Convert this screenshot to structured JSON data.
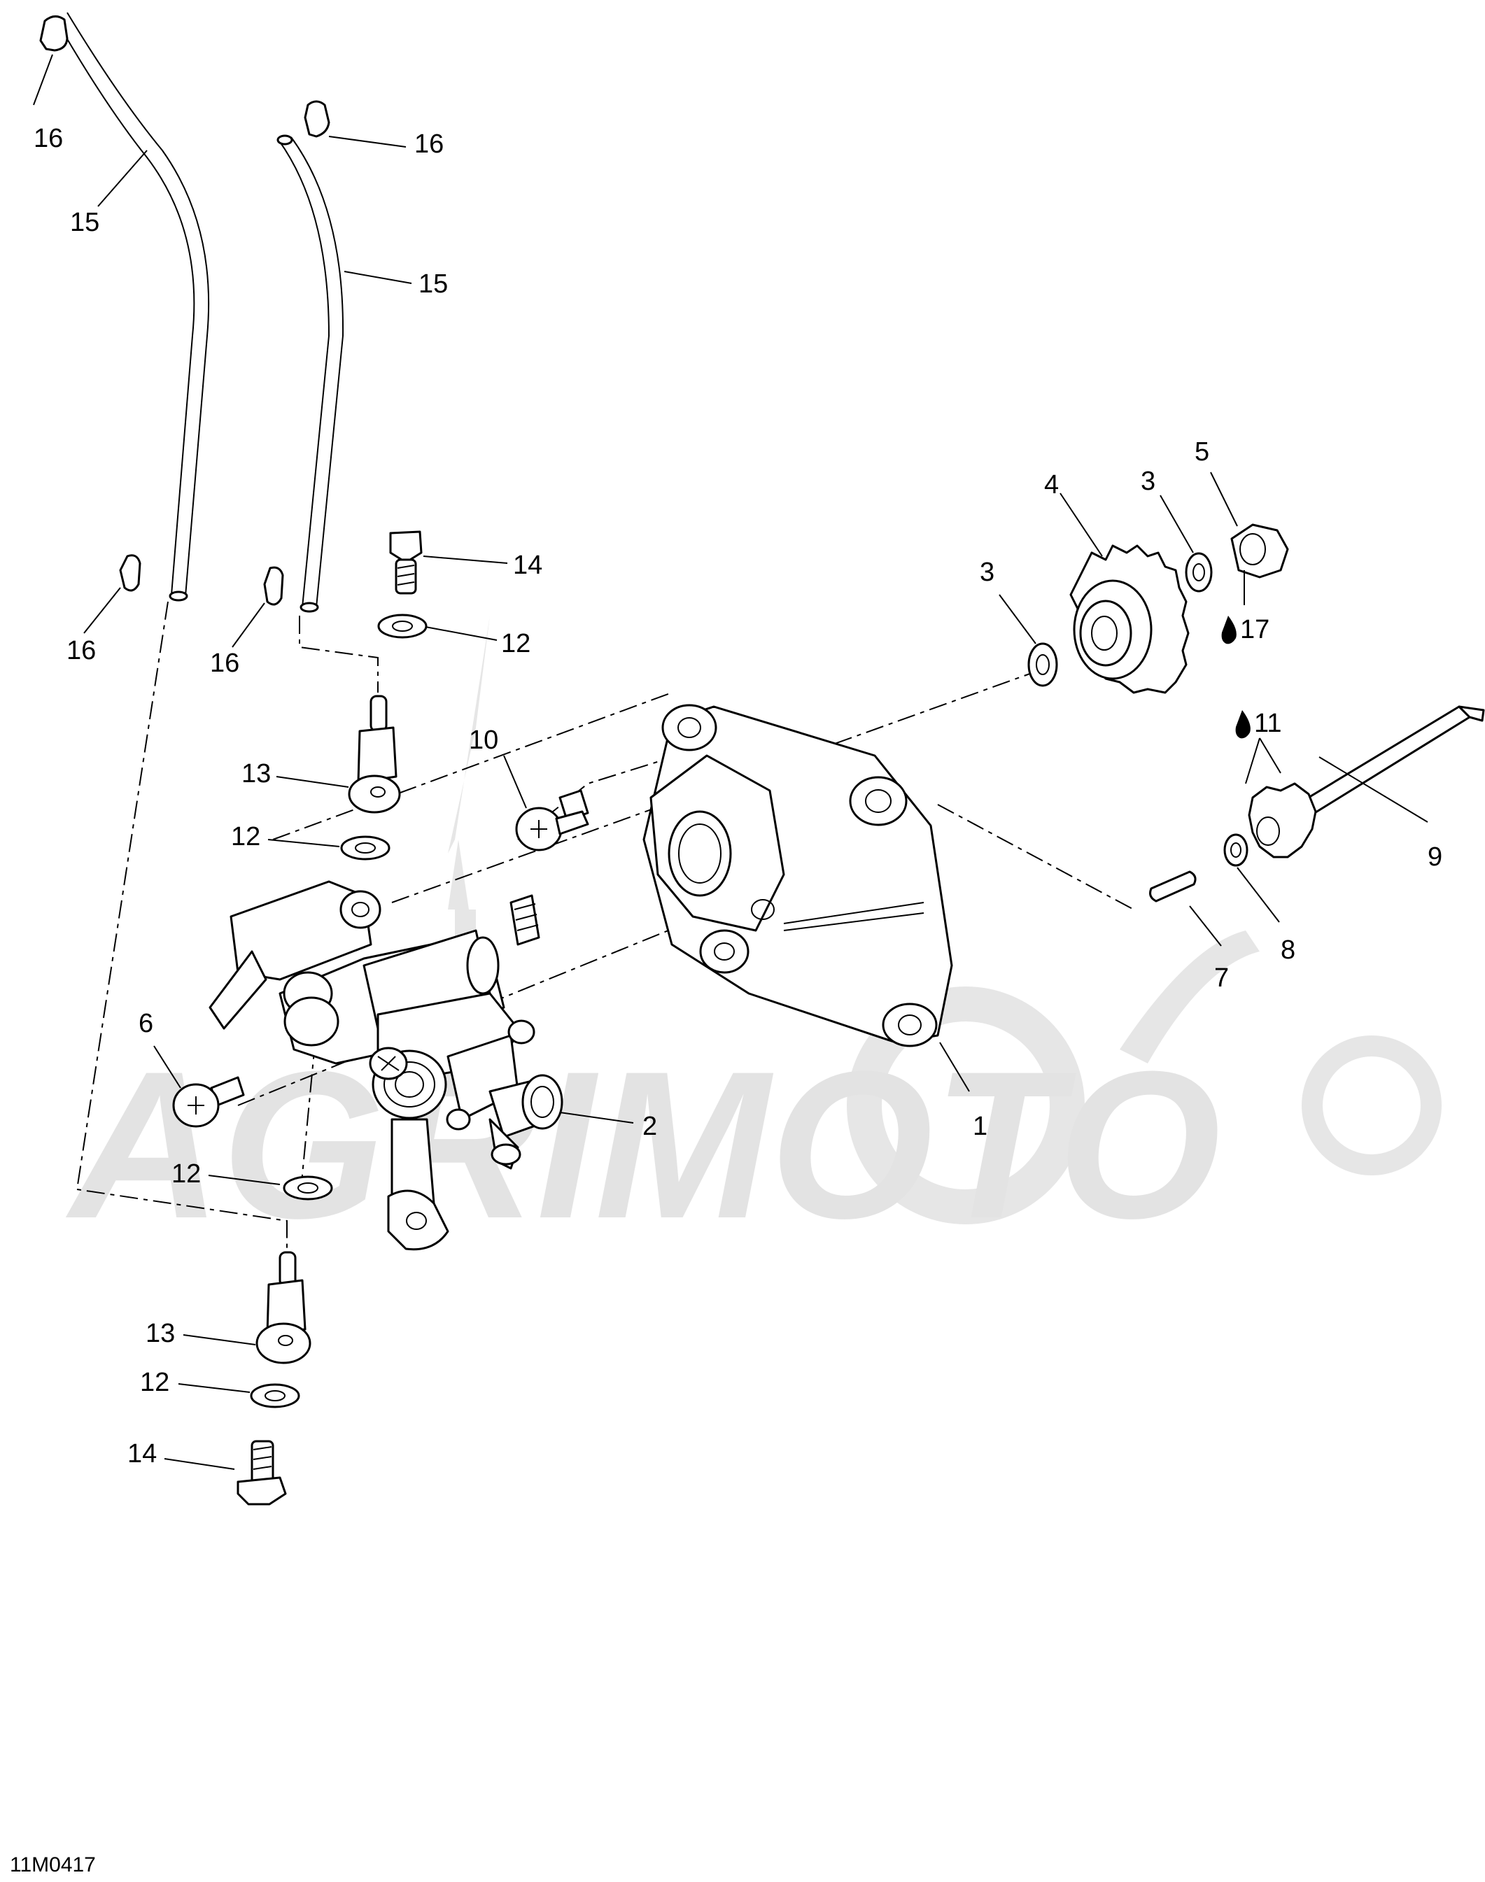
{
  "drawing_ref": "11M0417",
  "watermark": {
    "text": "AGRIMOTO"
  },
  "callouts": [
    {
      "id": "c16a",
      "text": "16"
    },
    {
      "id": "c16b",
      "text": "16"
    },
    {
      "id": "c15a",
      "text": "15"
    },
    {
      "id": "c15b",
      "text": "15"
    },
    {
      "id": "c14a",
      "text": "14"
    },
    {
      "id": "c12a",
      "text": "12"
    },
    {
      "id": "c16c",
      "text": "16"
    },
    {
      "id": "c16d",
      "text": "16"
    },
    {
      "id": "c13a",
      "text": "13"
    },
    {
      "id": "c12b",
      "text": "12"
    },
    {
      "id": "c10",
      "text": "10"
    },
    {
      "id": "c6",
      "text": "6"
    },
    {
      "id": "c2",
      "text": "2"
    },
    {
      "id": "c1",
      "text": "1"
    },
    {
      "id": "c12c",
      "text": "12"
    },
    {
      "id": "c13b",
      "text": "13"
    },
    {
      "id": "c12d",
      "text": "12"
    },
    {
      "id": "c14b",
      "text": "14"
    },
    {
      "id": "c4",
      "text": "4"
    },
    {
      "id": "c3a",
      "text": "3"
    },
    {
      "id": "c5",
      "text": "5"
    },
    {
      "id": "c3b",
      "text": "3"
    },
    {
      "id": "c17",
      "text": "17"
    },
    {
      "id": "c11",
      "text": "11"
    },
    {
      "id": "c9",
      "text": "9"
    },
    {
      "id": "c7",
      "text": "7"
    },
    {
      "id": "c8",
      "text": "8"
    }
  ]
}
